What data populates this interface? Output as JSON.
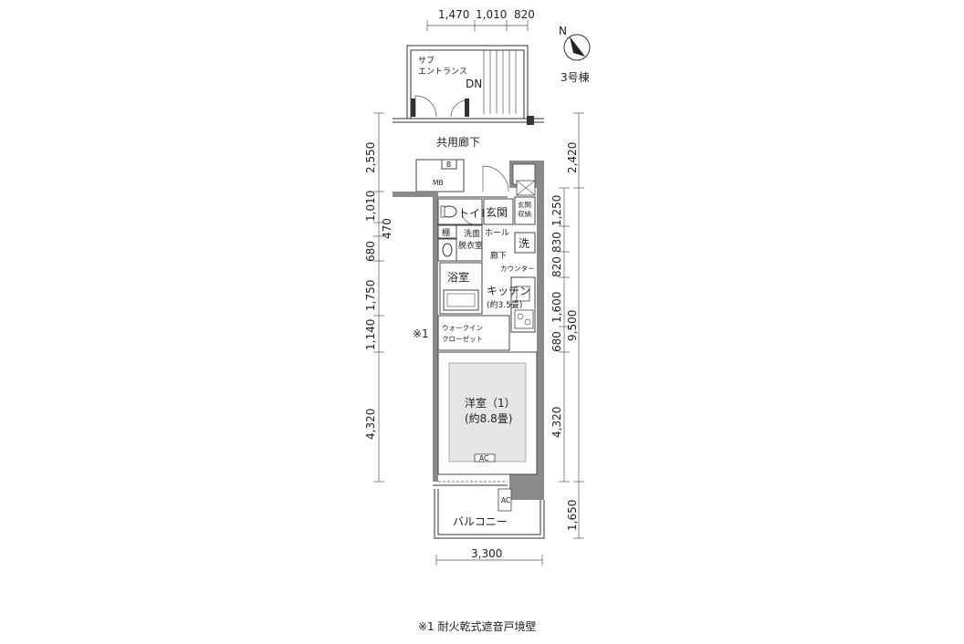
{
  "plan": {
    "building": "3号棟",
    "north_mark": "N",
    "footnote": "※1 耐火乾式遮音戸境壁",
    "footnote_marker": "※1",
    "rooms": {
      "sub_entrance_1": "サブ",
      "sub_entrance_2": "エントランス",
      "dn": "DN",
      "corridor": "共用廊下",
      "mb": "MB",
      "mb_b": "B",
      "genkan": "玄関",
      "genkan_storage_1": "玄関",
      "genkan_storage_2": "収納",
      "toilet": "トイレ",
      "shelf": "棚",
      "senmen_1": "洗面",
      "senmen_2": "脱衣室",
      "hall": "ホール",
      "washer": "洗",
      "rouka": "廊下",
      "counter": "カウンター",
      "bath": "浴室",
      "kitchen_1": "キッチン",
      "kitchen_2": "(約3.5畳)",
      "wic_1": "ウォークイン",
      "wic_2": "クローゼット",
      "youshitsu_1": "洋室（1）",
      "youshitsu_2": "(約8.8畳)",
      "ac_room": "AC",
      "ac_balcony": "AC",
      "balcony": "バルコニー"
    },
    "dimensions": {
      "top": [
        "1,470",
        "1,010",
        "820"
      ],
      "bottom": "3,300",
      "left": [
        "2,550",
        "1,010",
        "470",
        "680",
        "1,750",
        "1,140",
        "4,320"
      ],
      "right_outer": [
        "2,420",
        "9,500",
        "1,650"
      ],
      "right_inner": [
        "1,250",
        "830",
        "820",
        "1,600",
        "680",
        "4,320"
      ]
    }
  }
}
